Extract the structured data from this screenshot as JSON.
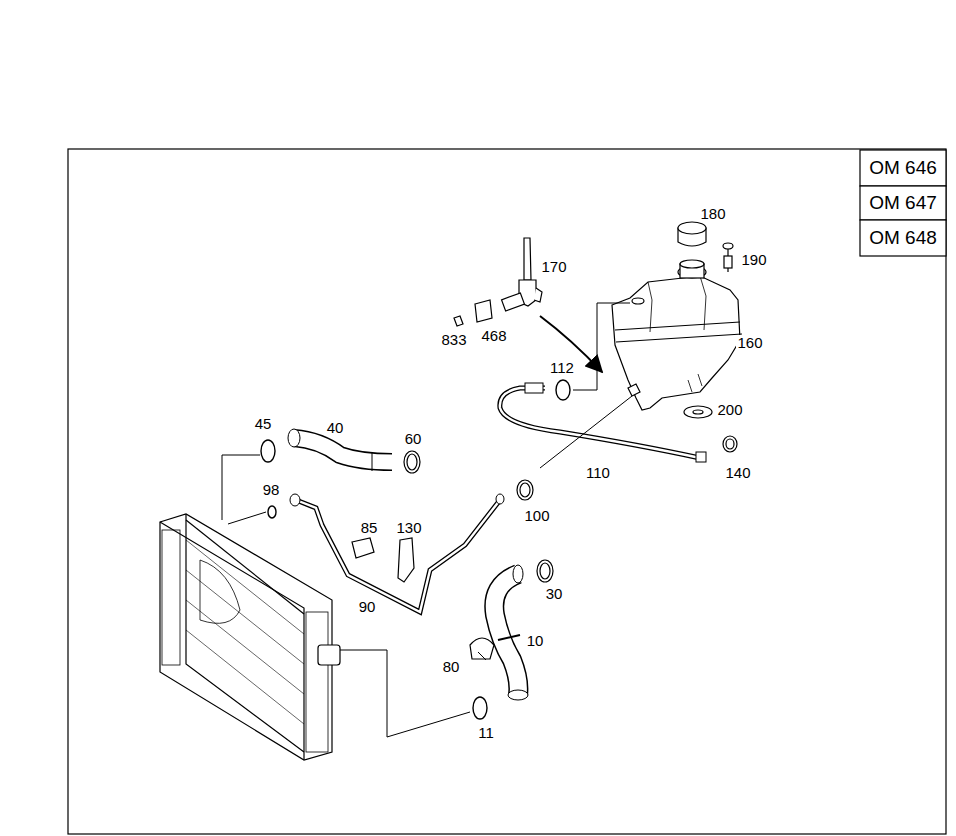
{
  "diagram": {
    "labels": [
      "OM 646",
      "OM 647",
      "OM 648",
      "180",
      "190",
      "170",
      "160",
      "833",
      "468",
      "112",
      "200",
      "45",
      "40",
      "60",
      "110",
      "140",
      "98",
      "100",
      "85",
      "130",
      "30",
      "90",
      "10",
      "80",
      "11"
    ]
  }
}
